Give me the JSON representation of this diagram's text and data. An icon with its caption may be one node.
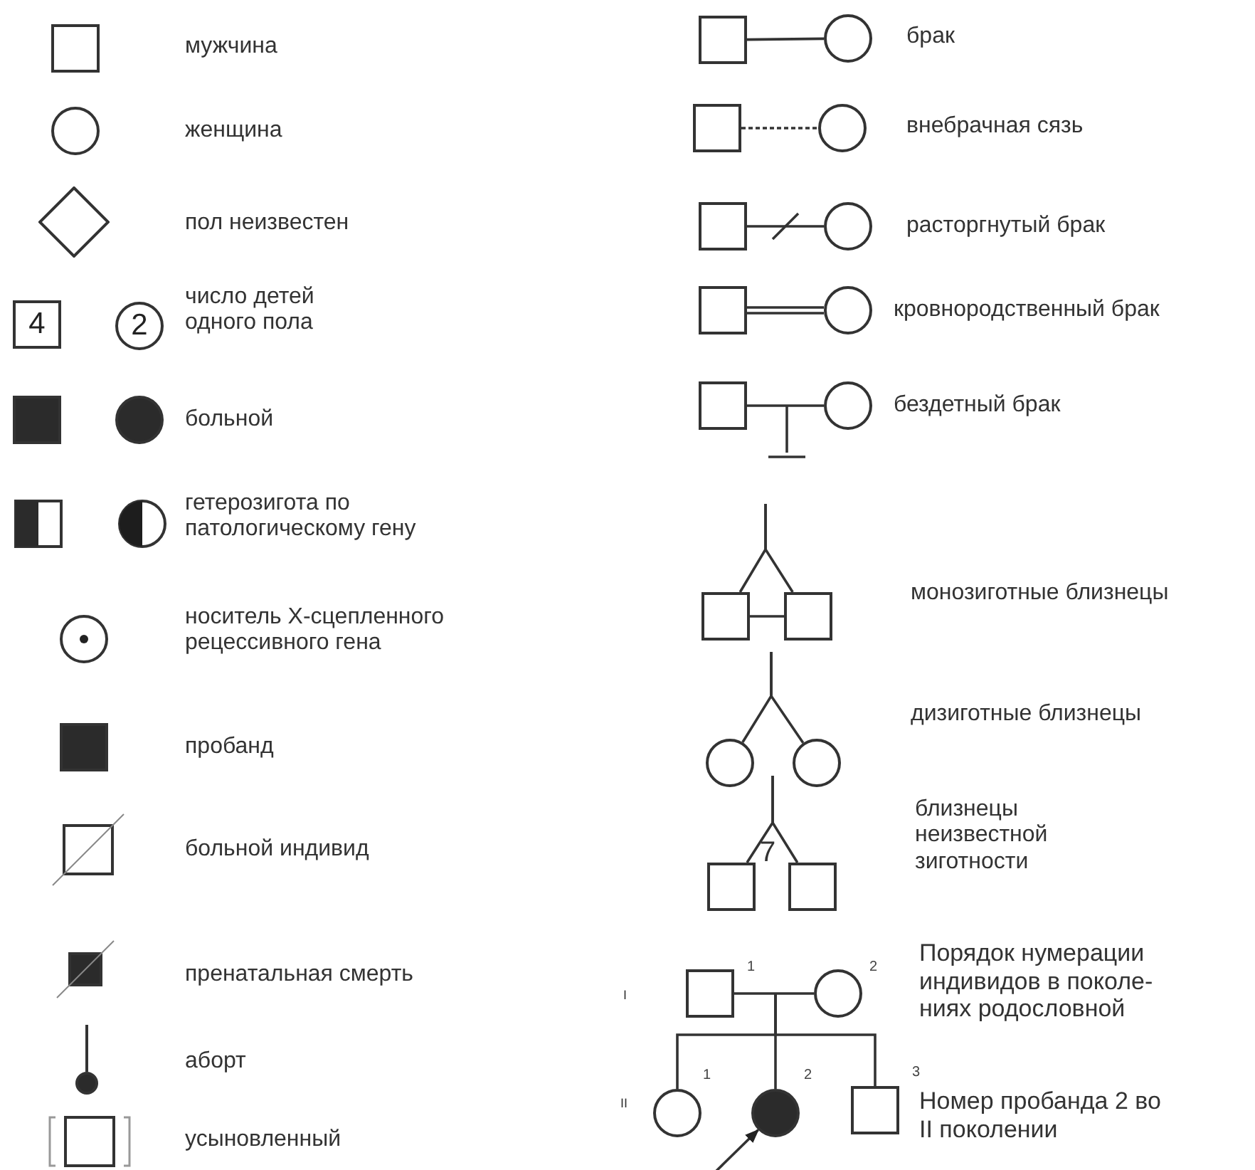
{
  "diagram": {
    "nodes": [
      {
        "text": [],
        "shape": "square"
      },
      {
        "text": [],
        "shape": "circle"
      },
      {
        "text": [],
        "shape": "diamond"
      },
      {
        "text": [
          "4"
        ]
      },
      {
        "text": [
          "2"
        ]
      },
      {
        "text": [],
        "shape": "square"
      },
      {
        "text": [],
        "shape": "circle"
      },
      {
        "text": [],
        "shape": "square"
      },
      {
        "text": [],
        "shape": "circle"
      },
      {
        "text": [],
        "shape": "circle"
      },
      {
        "text": [],
        "shape": "square"
      },
      {
        "text": [],
        "shape": "square"
      },
      {
        "text": [],
        "shape": "square"
      },
      {
        "text": [],
        "shape": "circle"
      },
      {
        "text": [],
        "shape": "square"
      },
      {
        "text": [],
        "shape": "square"
      },
      {
        "text": [],
        "shape": "circle"
      },
      {
        "text": [],
        "shape": "square"
      },
      {
        "text": [],
        "shape": "circle"
      },
      {
        "text": [],
        "shape": "square"
      },
      {
        "text": [],
        "shape": "circle"
      },
      {
        "text": [],
        "shape": "square"
      },
      {
        "text": [],
        "shape": "circle"
      },
      {
        "text": [],
        "shape": "square"
      },
      {
        "text": [],
        "shape": "circle"
      },
      {
        "text": [],
        "shape": "square"
      },
      {
        "text": [],
        "shape": "square"
      },
      {
        "text": [],
        "shape": "circle"
      },
      {
        "text": [],
        "shape": "circle"
      },
      {
        "text": [],
        "shape": "square"
      },
      {
        "text": [],
        "shape": "square"
      },
      {
        "text": [],
        "shape": "square",
        "beside": [
          "1"
        ]
      },
      {
        "text": [],
        "shape": "circle",
        "beside": [
          "2"
        ]
      },
      {
        "text": [],
        "shape": "circle",
        "beside": [
          "1"
        ]
      },
      {
        "text": [],
        "shape": "circle",
        "beside": [
          "2"
        ]
      },
      {
        "text": [],
        "shape": "square",
        "beside": [
          "3"
        ]
      }
    ],
    "edges": [
      {
        "from": 15,
        "to": 16,
        "arrow": "none"
      },
      {
        "from": 17,
        "to": 18,
        "arrow": "none",
        "style": "dashed"
      },
      {
        "from": 19,
        "to": 20,
        "arrow": "none"
      },
      {
        "from": 21,
        "to": 22,
        "arrow": "none"
      },
      {
        "from": 23,
        "to": 24,
        "arrow": "none"
      },
      {
        "from": 25,
        "to": 26,
        "arrow": "none"
      },
      {
        "from": null,
        "to": 25,
        "arrow": "none"
      },
      {
        "from": null,
        "to": 26,
        "arrow": "none"
      },
      {
        "from": null,
        "to": 27,
        "arrow": "none"
      },
      {
        "from": null,
        "to": 28,
        "arrow": "none"
      },
      {
        "from": null,
        "to": 29,
        "arrow": "none"
      },
      {
        "from": null,
        "to": 30,
        "arrow": "none"
      },
      {
        "from": 31,
        "to": 32,
        "arrow": "none"
      },
      {
        "from": null,
        "to": 33,
        "arrow": "none"
      },
      {
        "from": null,
        "to": 34,
        "arrow": "none"
      },
      {
        "from": null,
        "to": 35,
        "arrow": "none"
      },
      {
        "from": null,
        "to": 34,
        "arrow": "to"
      }
    ],
    "labels": [
      "мужчина",
      "женщина",
      "пол неизвестен",
      "число детей одного пола",
      "больной",
      "гетерозигота по патологическому гену",
      "носитель X-сцепленного рецессивного гена",
      "пробанд",
      "больной индивид",
      "пренатальная смерть",
      "аборт",
      "усыновленный",
      "брак",
      "внебрачная сязь",
      "расторгнутый брак",
      "кровнородственный брак",
      "бездетный брак",
      "монозиготные близнецы",
      "дизиготные близнецы",
      "близнецы неизвестной зиготности",
      "7",
      "I",
      "II",
      "Порядок нумерации индивидов в поколе- ниях родословной",
      "Номер пробанда 2 во II поколении"
    ]
  }
}
